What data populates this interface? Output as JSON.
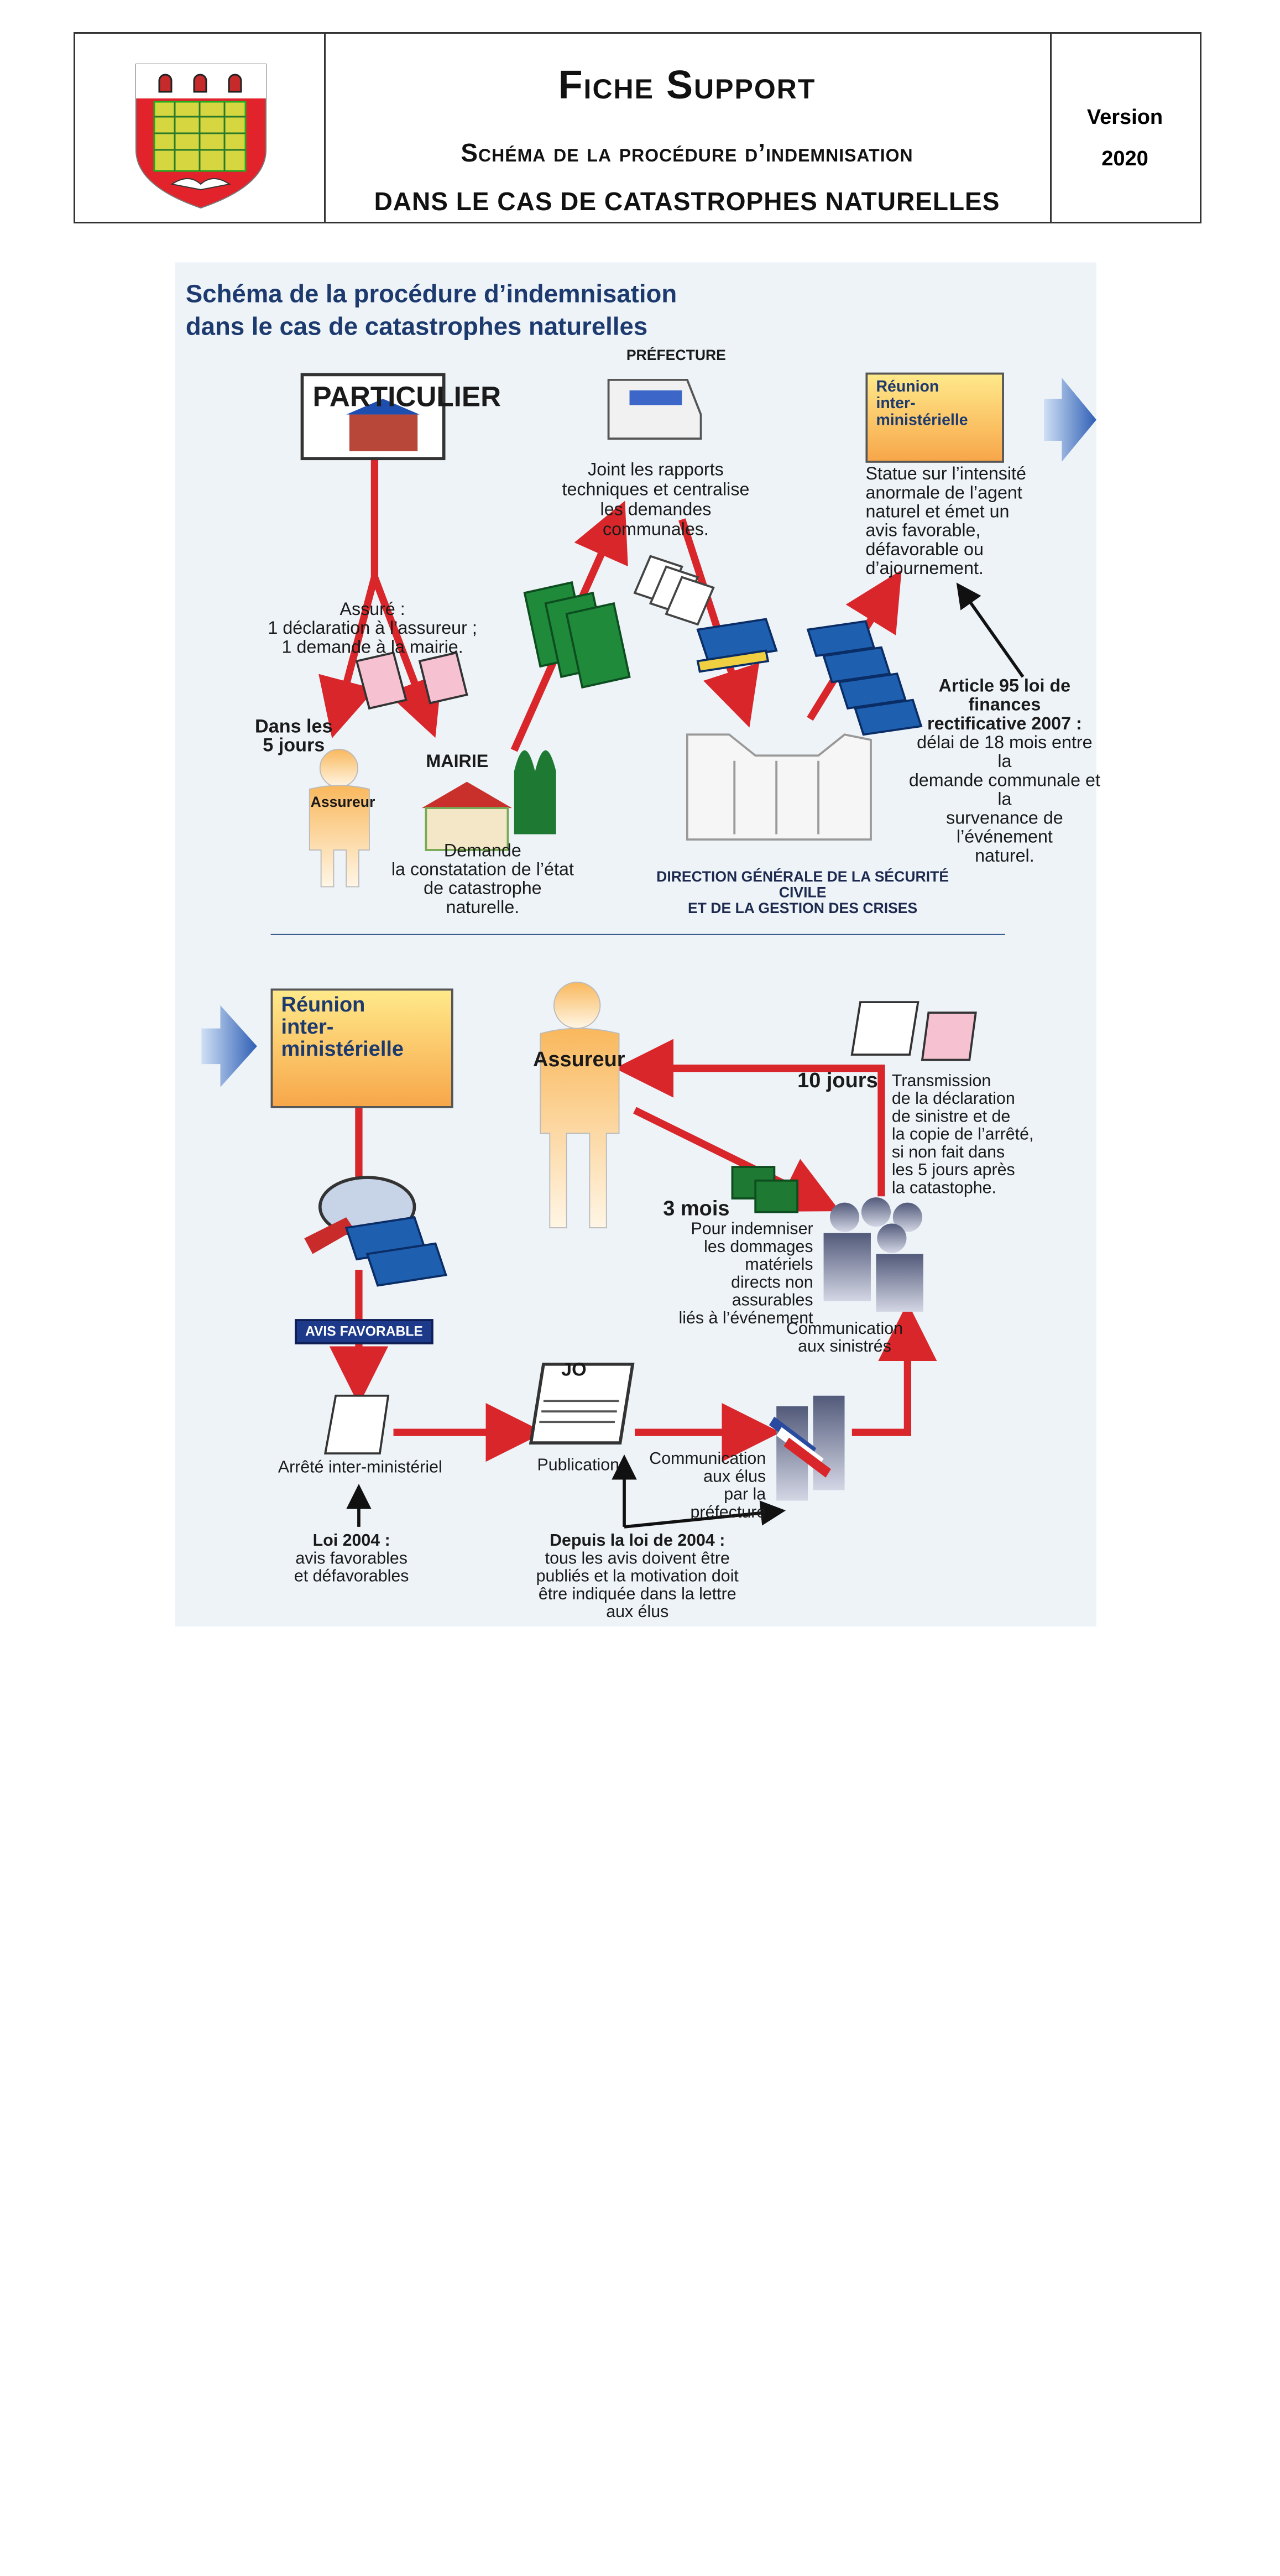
{
  "header": {
    "title": "Fiche Support",
    "subtitle_line1": "Schéma de la procédure d’indemnisation",
    "subtitle_line2": "dans le cas de catastrophes naturelles",
    "version_label": "Version",
    "version_year": "2020"
  },
  "diagram": {
    "title_line1": "Schéma de la procédure d’indemnisation",
    "title_line2": "dans le cas de catastrophes naturelles",
    "top": {
      "particulier": "PARTICULIER",
      "prefecture": "PRÉFECTURE",
      "prefecture_text": [
        "Joint les rapports",
        "techniques et centralise",
        "les demandes communales."
      ],
      "reunion": [
        "Réunion",
        "inter-ministérielle"
      ],
      "reunion_text": [
        "Statue sur l’intensité",
        "anormale de l’agent",
        "naturel et émet un",
        "avis favorable,",
        "défavorable ou",
        "d’ajournement."
      ],
      "assure_text": [
        "Assuré :",
        "1 déclaration à l’assureur ;",
        "1 demande à la mairie."
      ],
      "dans_les": [
        "Dans les",
        "5 jours"
      ],
      "assureur": "Assureur",
      "mairie": "MAIRIE",
      "mairie_text": [
        "Demande",
        "la constatation de l’état",
        "de catastrophe naturelle."
      ],
      "article_bold": [
        "Article 95 loi de finances",
        "rectificative 2007 :"
      ],
      "article_text": [
        "délai de 18 mois entre la",
        "demande communale et la",
        "survenance de l’événement",
        "naturel."
      ],
      "direction": [
        "DIRECTION GÉNÉRALE DE LA SÉCURITÉ CIVILE",
        "ET DE LA GESTION DES CRISES"
      ]
    },
    "bottom": {
      "reunion": [
        "Réunion",
        "inter-ministérielle"
      ],
      "assureur": "Assureur",
      "dix_jours": "10 jours",
      "transmission": [
        "Transmission",
        "de la déclaration",
        "de sinistre et de",
        "la copie de l’arrêté,",
        "si non fait dans",
        "les 5 jours après",
        "la catastophe."
      ],
      "trois_mois": "3 mois",
      "indemniser": [
        "Pour indemniser",
        "les dommages matériels",
        "directs non assurables",
        "liés à l’événement"
      ],
      "avis_favorable": "AVIS FAVORABLE",
      "communication_sinistres": [
        "Communication",
        "aux sinistrés"
      ],
      "arrete": "Arrêté inter-ministériel",
      "jo": "JO",
      "publication": "Publication",
      "communication_elus": [
        "Communication",
        "aux élus",
        "par la préfecture"
      ],
      "loi_bold": "Loi 2004 :",
      "loi_text": [
        "avis favorables",
        "et défavorables"
      ],
      "depuis_bold": "Depuis la loi de 2004 :",
      "depuis_text": [
        "tous les avis doivent être",
        "publiés et la motivation doit",
        "être indiquée dans la lettre",
        "aux élus"
      ]
    }
  },
  "colors": {
    "arrow_red": "#d8262b",
    "title_blue": "#1d3a6e",
    "person_blue": "#2a4aa0",
    "folder_blue": "#1f5fb0",
    "green_doc": "#1e8a3a"
  }
}
